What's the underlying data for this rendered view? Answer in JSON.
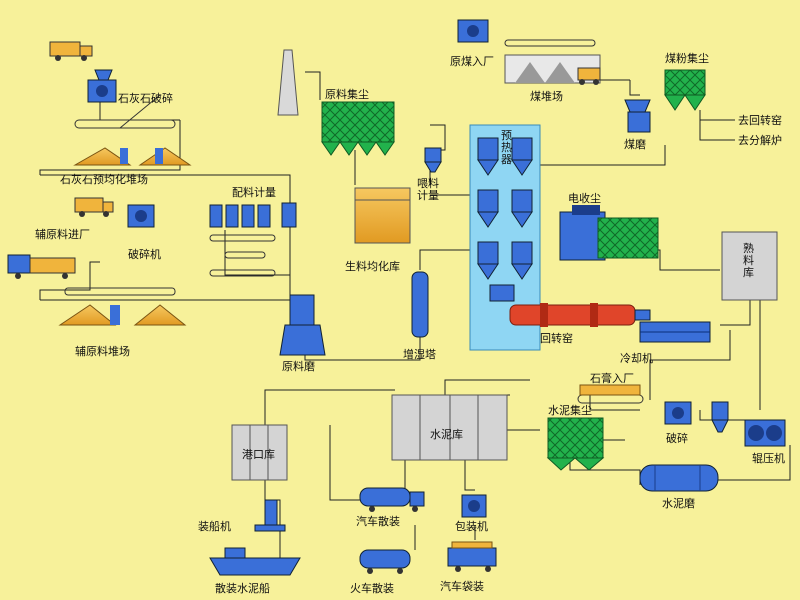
{
  "labels": {
    "limestone_crush": "石灰石破碎",
    "limestone_yard": "石灰石预均化堆场",
    "aux_entry": "辅原料进厂",
    "crusher": "破碎机",
    "aux_yard": "辅原料堆场",
    "batching": "配料计量",
    "raw_mill": "原料磨",
    "raw_dust": "原料集尘",
    "raw_silo": "生料均化库",
    "kiln_feed": "喂料计量",
    "humid_tower": "增湿塔",
    "preheater": "预热器",
    "esp": "电收尘",
    "kiln": "回转窑",
    "cooler": "冷却机",
    "clinker_silo": "熟料库",
    "coal_entry": "原煤入厂",
    "coal_yard": "煤堆场",
    "coal_dust": "煤粉集尘",
    "coal_mill": "煤磨",
    "to_kiln": "去回转窑",
    "to_calciner": "去分解炉",
    "gypsum_entry": "石膏入厂",
    "crush": "破碎",
    "roller_press": "辊压机",
    "cement_dust": "水泥集尘",
    "cement_mill": "水泥磨",
    "cement_silo": "水泥库",
    "port_silo": "港口库",
    "ship_loader": "装船机",
    "bulk_ship": "散装水泥船",
    "truck_bulk": "汽车散装",
    "packer": "包装机",
    "rail_bulk": "火车散装",
    "truck_bag": "汽车袋装"
  },
  "colors": {
    "background": "#f7f19a",
    "equipment_blue": "#3a6fd8",
    "dust_green": "#22b24c",
    "silo_gold": "#f0b43c",
    "silo_gray": "#d4d4d4",
    "kiln_red": "#e0452a",
    "preheater_cyan": "#8fd6f3"
  }
}
